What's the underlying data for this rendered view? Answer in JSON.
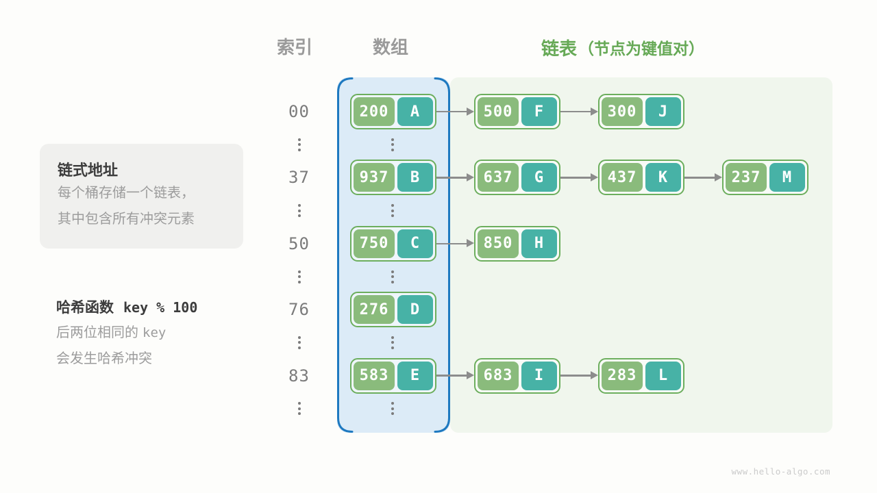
{
  "headers": {
    "index": "索引",
    "array": "数组",
    "list": "链表",
    "list_note": "（节点为键值对）"
  },
  "info_box": {
    "title": "链式地址",
    "line1": "每个桶存储一个链表，",
    "line2": "其中包含所有冲突元素"
  },
  "hash_note": {
    "title_cn": "哈希函数",
    "title_code": "key % 100",
    "line2_cn": "后两位相同的",
    "line2_code": "key",
    "line3": "会发生哈希冲突"
  },
  "rows": [
    {
      "index": "00",
      "chain": [
        [
          "200",
          "A"
        ],
        [
          "500",
          "F"
        ],
        [
          "300",
          "J"
        ]
      ]
    },
    {
      "dots": true
    },
    {
      "index": "37",
      "chain": [
        [
          "937",
          "B"
        ],
        [
          "637",
          "G"
        ],
        [
          "437",
          "K"
        ],
        [
          "237",
          "M"
        ]
      ]
    },
    {
      "dots": true
    },
    {
      "index": "50",
      "chain": [
        [
          "750",
          "C"
        ],
        [
          "850",
          "H"
        ]
      ]
    },
    {
      "dots": true
    },
    {
      "index": "76",
      "chain": [
        [
          "276",
          "D"
        ]
      ]
    },
    {
      "dots": true
    },
    {
      "index": "83",
      "chain": [
        [
          "583",
          "E"
        ],
        [
          "683",
          "I"
        ],
        [
          "283",
          "L"
        ]
      ]
    },
    {
      "dots": true
    }
  ],
  "watermark": "www.hello-algo.com",
  "colors": {
    "page_bg": "#fdfdfb",
    "box_bg": "#f0f0ee",
    "title_dark": "#3c3c3c",
    "text_gray": "#9c9c9c",
    "header_gray": "#9a9a9a",
    "header_green": "#66a956",
    "index_gray": "#7b7b7b",
    "array_fill": "#dcebf7",
    "array_border": "#1e79c0",
    "list_fill": "#f0f6ed",
    "node_border": "#6cae5d",
    "key_fill": "#8abb7c",
    "val_fill": "#47b2a6",
    "arrow": "#8c8c8c",
    "watermark": "#cbcbcb"
  }
}
